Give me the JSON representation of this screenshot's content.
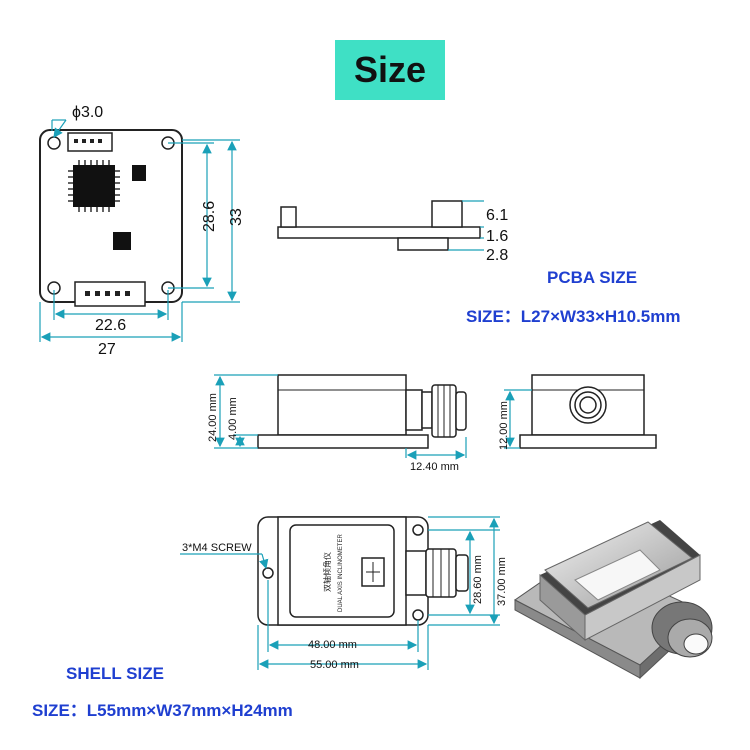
{
  "title": "Size",
  "pcba": {
    "heading": "PCBA SIZE",
    "size_label": "SIZE：L27×W33×H10.5mm",
    "dims": {
      "hole": "ϕ3.0",
      "inner_height": "28.6",
      "outer_height": "33",
      "inner_width": "22.6",
      "outer_width": "27",
      "side_a": "6.1",
      "side_b": "1.6",
      "side_c": "2.8"
    }
  },
  "shell": {
    "heading": "SHELL SIZE",
    "size_label": "SIZE：L55mm×W37mm×H24mm",
    "dims": {
      "total_height": "24.00 mm",
      "base_height": "4.00 mm",
      "connector_len": "12.40 mm",
      "end_height": "12.00 mm",
      "screw": "3*M4 SCREW",
      "inner_w": "28.60 mm",
      "outer_w": "37.00 mm",
      "inner_l": "48.00 mm",
      "outer_l": "55.00 mm"
    },
    "label_cn": "双轴倾角仪",
    "label_en": "DUAL AXIS INCLINOMETER"
  },
  "colors": {
    "title_bg": "#3fe0c5",
    "label_blue": "#1f3fd0",
    "dim_cyan": "#1aa0b8"
  }
}
